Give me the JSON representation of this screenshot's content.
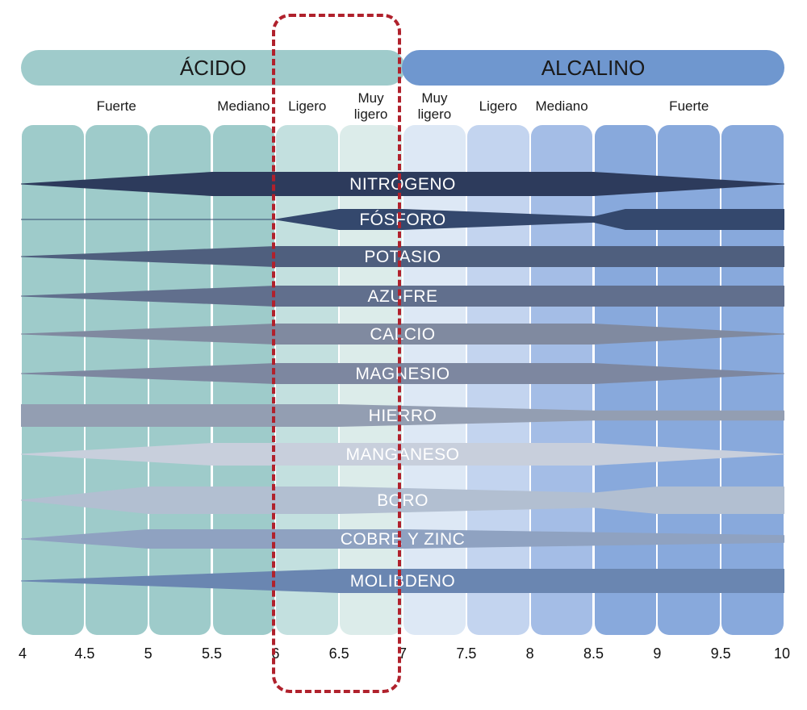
{
  "header": {
    "acid_label": "ÁCIDO",
    "alkaline_label": "ALCALINO"
  },
  "strength_labels": [
    {
      "text": "Fuerte",
      "ph": 4.75
    },
    {
      "text": "Mediano",
      "ph": 5.75
    },
    {
      "text": "Ligero",
      "ph": 6.25
    },
    {
      "text": "Muy ligero",
      "ph": 6.75,
      "lines": [
        "Muy",
        "ligero"
      ]
    },
    {
      "text": "Muy ligero",
      "ph": 7.25,
      "lines": [
        "Muy",
        "ligero"
      ]
    },
    {
      "text": "Ligero",
      "ph": 7.75
    },
    {
      "text": "Mediano",
      "ph": 8.25
    },
    {
      "text": "Fuerte",
      "ph": 9.25
    }
  ],
  "ph_ticks": [
    "4",
    "4.5",
    "5",
    "5.5",
    "6",
    "6.5",
    "7",
    "7.5",
    "8",
    "8.5",
    "9",
    "9.5",
    "10"
  ],
  "column_colors": [
    "#9ecbca",
    "#9ecbca",
    "#9ecbca",
    "#9ecbca",
    "#c3e0df",
    "#dcecea",
    "#dde8f5",
    "#c3d4ef",
    "#a4bde6",
    "#88a9dc",
    "#88a9dc",
    "#88a9dc"
  ],
  "highlight": {
    "from_ph": 6,
    "to_ph": 7,
    "color": "#b0212c"
  },
  "nutrients": [
    {
      "name": "NITROGENO",
      "color": "#2d3b5c",
      "profile": [
        [
          4,
          0
        ],
        [
          5.5,
          1
        ],
        [
          8.5,
          1
        ],
        [
          10,
          0
        ]
      ],
      "max": 30
    },
    {
      "name": "FÓSFORO",
      "color": "#34486d",
      "profile": [
        [
          4,
          0
        ],
        [
          6,
          0
        ],
        [
          6.5,
          1
        ],
        [
          7,
          1
        ],
        [
          8.5,
          0.3
        ],
        [
          8.75,
          1
        ],
        [
          10,
          1
        ]
      ],
      "max": 26
    },
    {
      "name": "POTASIO",
      "color": "#4f5f7e",
      "profile": [
        [
          4,
          0
        ],
        [
          6,
          1
        ],
        [
          10,
          1
        ]
      ],
      "max": 26
    },
    {
      "name": "AZUFRE",
      "color": "#616f8d",
      "profile": [
        [
          4,
          0
        ],
        [
          6,
          1
        ],
        [
          10,
          1
        ]
      ],
      "max": 26
    },
    {
      "name": "CALCIO",
      "color": "#808aa0",
      "profile": [
        [
          4,
          0
        ],
        [
          6,
          1
        ],
        [
          8.5,
          1
        ],
        [
          10,
          0
        ]
      ],
      "max": 26
    },
    {
      "name": "MAGNESIO",
      "color": "#7d87a0",
      "profile": [
        [
          4,
          0
        ],
        [
          6,
          1
        ],
        [
          8.5,
          1
        ],
        [
          10,
          0
        ]
      ],
      "max": 26
    },
    {
      "name": "HIERRO",
      "color": "#939eb2",
      "profile": [
        [
          4,
          1
        ],
        [
          6.5,
          1
        ],
        [
          8.5,
          0.45
        ],
        [
          10,
          0.45
        ]
      ],
      "max": 28
    },
    {
      "name": "MANGANESO",
      "color": "#c8cfdc",
      "profile": [
        [
          4,
          0
        ],
        [
          5.5,
          1
        ],
        [
          6,
          1
        ],
        [
          8.5,
          1
        ],
        [
          10,
          0
        ]
      ],
      "max": 28
    },
    {
      "name": "BORO",
      "color": "#b2bfd1",
      "profile": [
        [
          4,
          0
        ],
        [
          5,
          1
        ],
        [
          6.5,
          1
        ],
        [
          8.5,
          0.55
        ],
        [
          9,
          1
        ],
        [
          10,
          1
        ]
      ],
      "max": 34
    },
    {
      "name": "COBRE Y ZINC",
      "color": "#8fa2c1",
      "profile": [
        [
          4,
          0
        ],
        [
          5,
          1
        ],
        [
          7,
          1
        ],
        [
          10,
          0.4
        ]
      ],
      "max": 24
    },
    {
      "name": "MOLIBDENO",
      "color": "#6a86b1",
      "profile": [
        [
          4,
          0
        ],
        [
          6.5,
          1
        ],
        [
          7,
          1
        ],
        [
          10,
          1
        ]
      ],
      "max": 30
    }
  ]
}
